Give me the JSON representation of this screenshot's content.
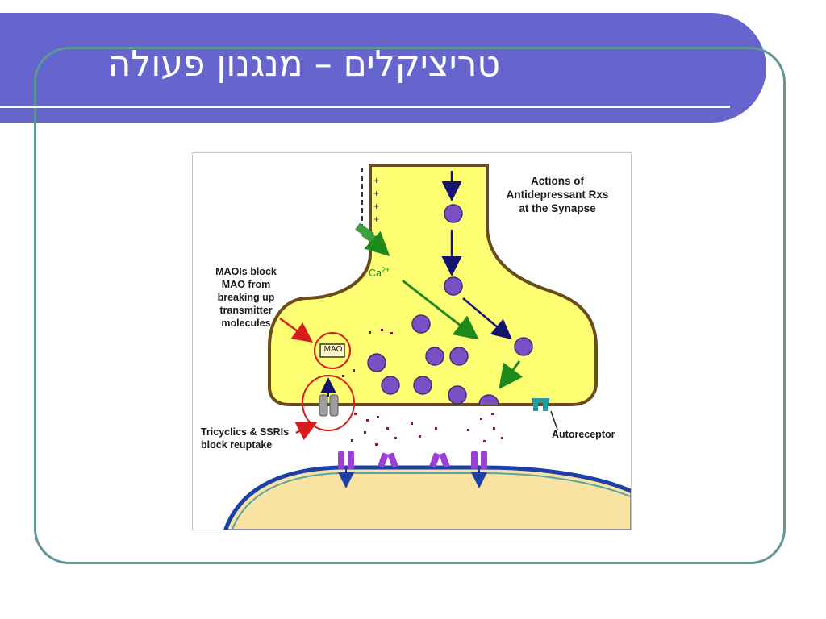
{
  "slide": {
    "title": "טריציקלים – מנגנון פעולה"
  },
  "diagram": {
    "heading_lines": [
      "Actions of",
      "Antidepressant Rxs",
      "at the Synapse"
    ],
    "maoi_lines": [
      "MAOIs block",
      "MAO from",
      "breaking up",
      "transmitter",
      "molecules"
    ],
    "tricyclic_lines": [
      "Tricyclics & SSRIs",
      "block reuptake"
    ],
    "autoreceptor": "Autoreceptor",
    "mao": "MAO",
    "calcium": "Ca",
    "calcium_sup": "2+",
    "colors": {
      "title_bar": "#6565cd",
      "frame": "#5f9797",
      "presynaptic": "#ffff73",
      "membrane": "#6b4a1c",
      "postsynaptic": "#f8e3a3",
      "vesicle": "#7a4fc4",
      "green_arrow": "#1b8a1b",
      "navy_arrow": "#14146e",
      "red_label": "#d81c1c",
      "autoreceptor": "#1e9da5"
    }
  }
}
